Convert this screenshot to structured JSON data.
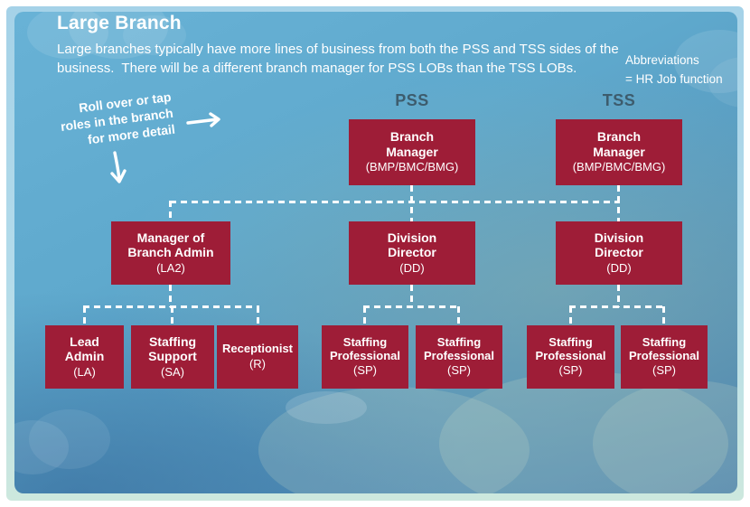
{
  "page": {
    "title": "Large Branch",
    "subtitle_line1": "Large branches typically have more lines of business from both the PSS and TSS sides of the",
    "subtitle_line2": "business.  There will be a different branch manager for PSS LOBs than the TSS LOBs."
  },
  "abbreviations": {
    "line1": "Abbreviations",
    "line2": "= HR Job function"
  },
  "callout": {
    "line1": "Roll over or tap",
    "line2": "roles in the branch",
    "line3": "for more detail"
  },
  "columns": {
    "pss": "PSS",
    "tss": "TSS"
  },
  "nodes": {
    "bm_pss": {
      "line1": "Branch",
      "line2": "Manager",
      "code": "(BMP/BMC/BMG)"
    },
    "bm_tss": {
      "line1": "Branch",
      "line2": "Manager",
      "code": "(BMP/BMC/BMG)"
    },
    "mba": {
      "line1": "Manager of",
      "line2": "Branch Admin",
      "code": "(LA2)"
    },
    "dd_pss": {
      "line1": "Division",
      "line2": "Director",
      "code": "(DD)"
    },
    "dd_tss": {
      "line1": "Division",
      "line2": "Director",
      "code": "(DD)"
    },
    "lead_admin": {
      "line1": "Lead",
      "line2": "Admin",
      "code": "(LA)"
    },
    "staffing_support": {
      "line1": "Staffing",
      "line2": "Support",
      "code": "(SA)"
    },
    "receptionist": {
      "line1": "Receptionist",
      "code": "(R)"
    },
    "sp_pss_1": {
      "line1": "Staffing",
      "line2": "Professional",
      "code": "(SP)"
    },
    "sp_pss_2": {
      "line1": "Staffing",
      "line2": "Professional",
      "code": "(SP)"
    },
    "sp_tss_1": {
      "line1": "Staffing",
      "line2": "Professional",
      "code": "(SP)"
    },
    "sp_tss_2": {
      "line1": "Staffing",
      "line2": "Professional",
      "code": "(SP)"
    }
  },
  "icons": {
    "right_arrow": "arrow-right",
    "down_arrow": "arrow-down"
  },
  "colors": {
    "node_background": "#9e1d37",
    "column_label": "#3d5c6d",
    "connector": "#ffffff",
    "text": "#ffffff",
    "sky_top": "#68b2d6",
    "sky_bottom": "#4a82ad"
  }
}
